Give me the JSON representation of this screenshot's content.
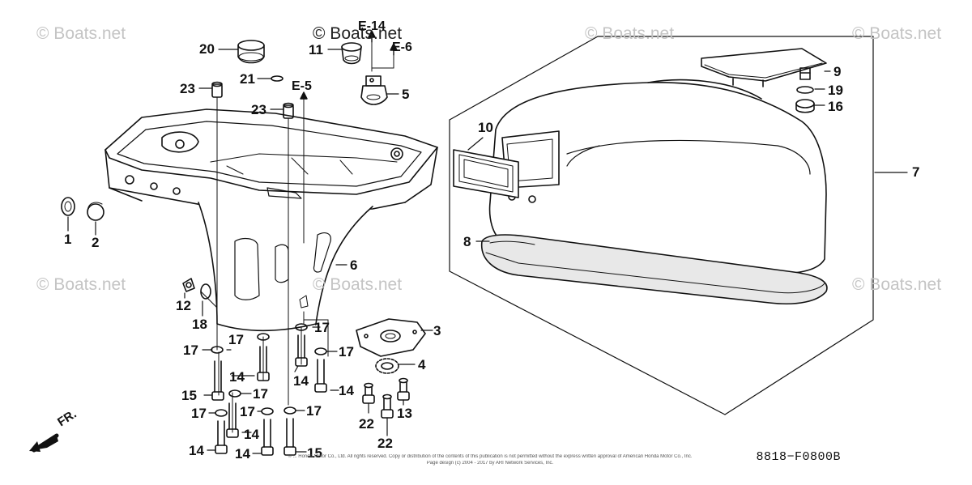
{
  "watermark": "© Boats.net",
  "part_numbers": {
    "p1": "1",
    "p2": "2",
    "p3": "3",
    "p4": "4",
    "p5": "5",
    "p6": "6",
    "p7": "7",
    "p8": "8",
    "p9": "9",
    "p10": "10",
    "p11": "11",
    "p12": "12",
    "p13": "13",
    "p14": "14",
    "p15": "15",
    "p16": "16",
    "p17": "17",
    "p18": "18",
    "p19": "19",
    "p20": "20",
    "p21": "21",
    "p22": "22",
    "p23": "23"
  },
  "references": {
    "e14": "E-14",
    "e6": "E-6",
    "e5": "E-5"
  },
  "direction_label": "FR.",
  "diagram_code": "8818−F0800B",
  "copyright_line1": "© ... Honda Motor Co., Ltd. All rights reserved. Copy or distribution of the contents of this publication is not permitted without the express written approval of American Honda Motor Co., Inc.",
  "copyright_line2": "Page design (c) 2004 - 2017 by ARI Network Services, Inc."
}
